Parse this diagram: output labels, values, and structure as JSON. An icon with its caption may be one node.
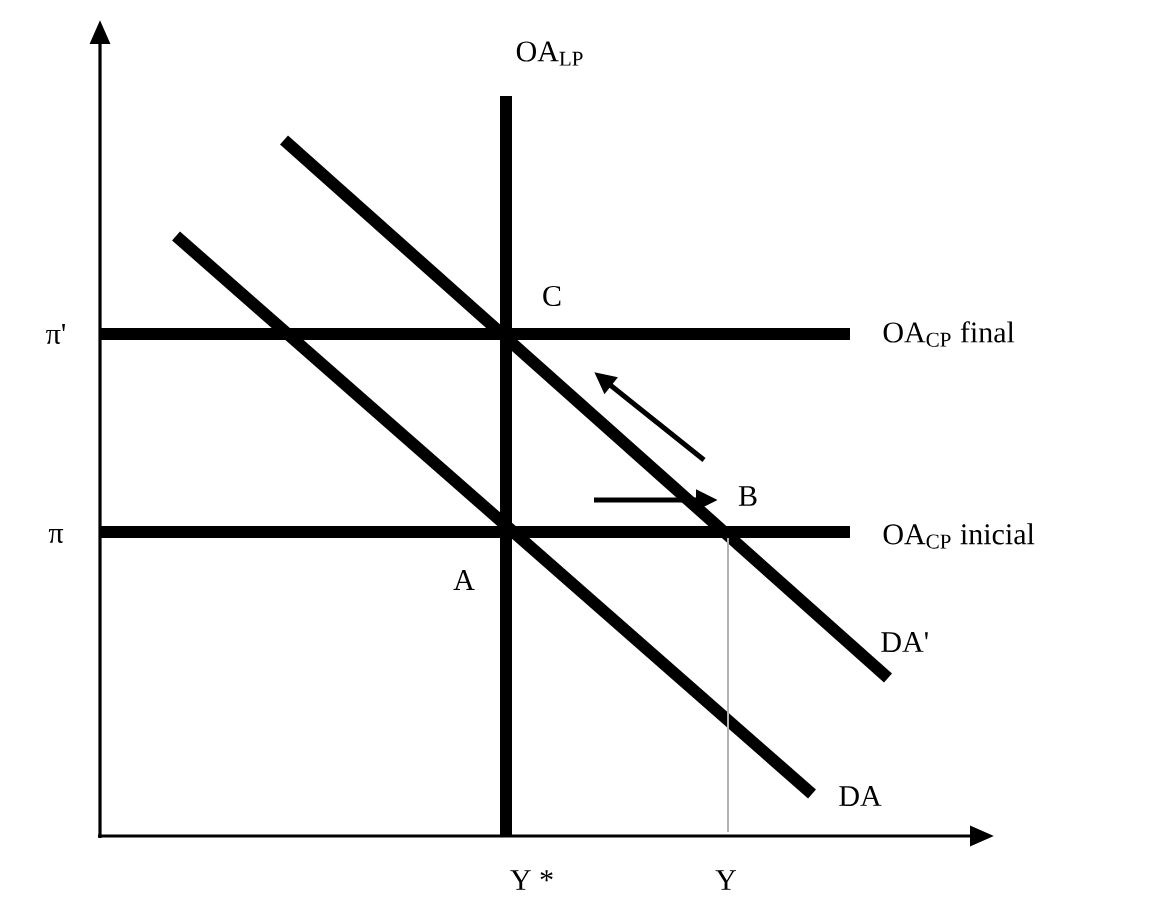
{
  "diagram": {
    "labels": [
      "OA$_{LP}$",
      "π'",
      "C",
      "OA$_{CP}$ final",
      "B",
      "π",
      "A",
      "OA$_{CP}$ inicial",
      "DA'",
      "DA",
      "Y *",
      "Y"
    ]
  }
}
